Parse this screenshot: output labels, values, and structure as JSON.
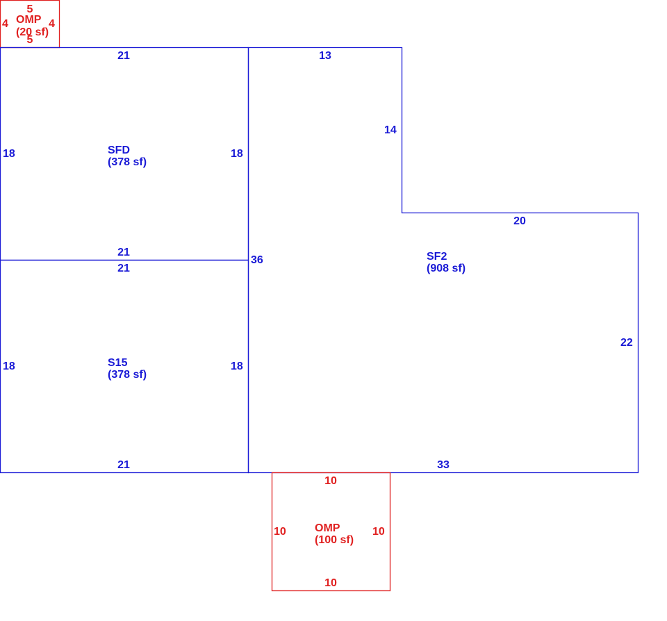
{
  "colors": {
    "main_structure": "#1a1ad6",
    "porch": "#e02020"
  },
  "areas": {
    "sfd": {
      "code": "SFD",
      "area": "(378 sf)",
      "dims": {
        "top": "21",
        "left": "18",
        "right": "18",
        "bottom": "21"
      }
    },
    "s15": {
      "code": "S15",
      "area": "(378 sf)",
      "dims": {
        "top": "21",
        "left": "18",
        "right": "18",
        "bottom": "21"
      }
    },
    "sf2": {
      "code": "SF2",
      "area": "(908 sf)",
      "dims": {
        "top": "13",
        "notch_side": "14",
        "notch_top": "20",
        "right": "22",
        "bottom": "33",
        "left": "36"
      }
    },
    "omp_small": {
      "code": "OMP",
      "area": "(20 sf)",
      "dims": {
        "top": "5",
        "left": "4",
        "right": "4",
        "bottom": "5"
      }
    },
    "omp_large": {
      "code": "OMP",
      "area": "(100 sf)",
      "dims": {
        "top": "10",
        "left": "10",
        "right": "10",
        "bottom": "10"
      }
    }
  }
}
